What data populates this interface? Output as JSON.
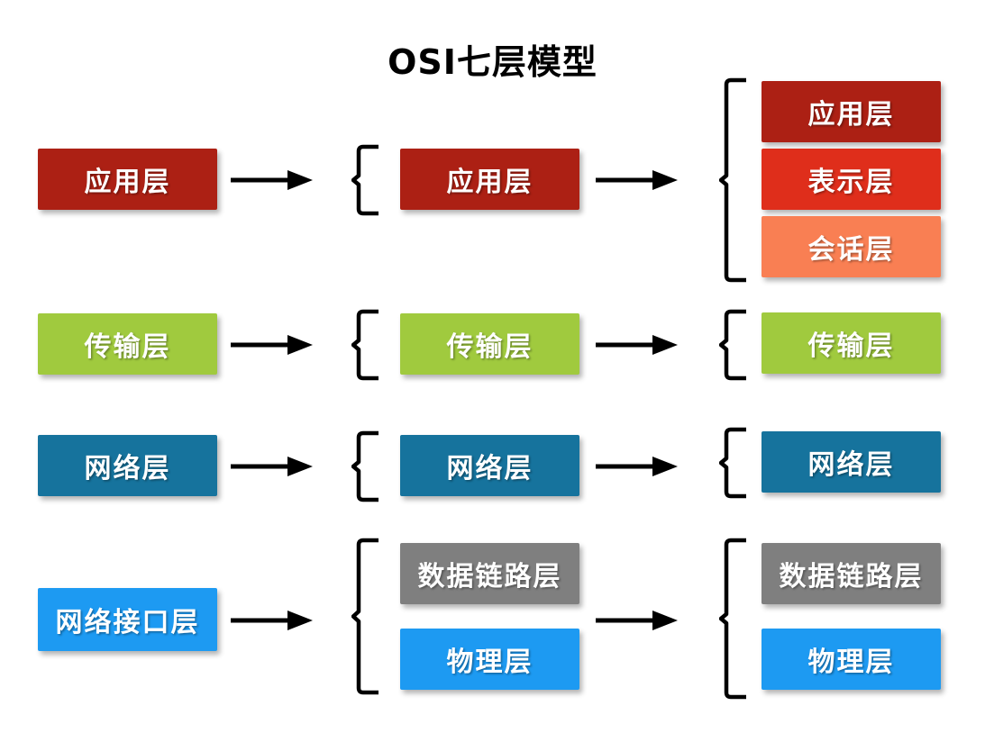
{
  "title": "OSI七层模型",
  "background": "#FFFFFF",
  "arrow_color": "#000000",
  "brace_color": "#000000",
  "text_color": "#FFFFFF",
  "columns": [
    {
      "name": "four-layer-model",
      "boxes": [
        {
          "label": "应用层",
          "color": "#AC2014"
        },
        {
          "label": "传输层",
          "color": "#A0CA3E"
        },
        {
          "label": "网络层",
          "color": "#16739D"
        },
        {
          "label": "网络接口层",
          "color": "#1D9AF2"
        }
      ]
    },
    {
      "name": "five-layer-model",
      "boxes": [
        {
          "label": "应用层",
          "color": "#AC2014"
        },
        {
          "label": "传输层",
          "color": "#A0CA3E"
        },
        {
          "label": "网络层",
          "color": "#16739D"
        },
        {
          "label": "数据链路层",
          "color": "#7F7F7F"
        },
        {
          "label": "物理层",
          "color": "#1D9AF2"
        }
      ]
    },
    {
      "name": "seven-layer-model",
      "boxes": [
        {
          "label": "应用层",
          "color": "#AC2014"
        },
        {
          "label": "表示层",
          "color": "#DF2E1B"
        },
        {
          "label": "会话层",
          "color": "#F97F53"
        },
        {
          "label": "传输层",
          "color": "#A0CA3E"
        },
        {
          "label": "网络层",
          "color": "#16739D"
        },
        {
          "label": "数据链路层",
          "color": "#7F7F7F"
        },
        {
          "label": "物理层",
          "color": "#1D9AF2"
        }
      ]
    }
  ]
}
